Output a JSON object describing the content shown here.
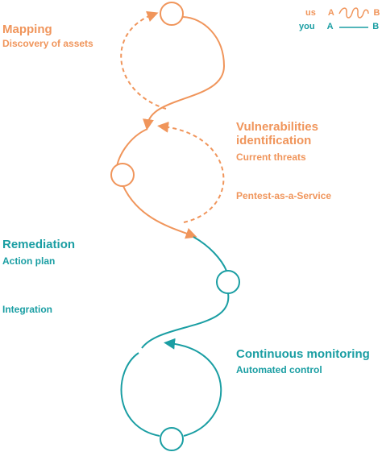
{
  "colors": {
    "orange": "#F0955B",
    "teal": "#1A9EA3"
  },
  "legend": {
    "us": {
      "label": "us",
      "from": "A",
      "to": "B"
    },
    "you": {
      "label": "you",
      "from": "A",
      "to": "B"
    }
  },
  "stages": {
    "mapping": {
      "title": "Mapping",
      "items": [
        "Discovery of assets"
      ]
    },
    "vulnerabilities": {
      "title_line1": "Vulnerabilities",
      "title_line2": "identification",
      "items": [
        "Current threats",
        "Pentest-as-a-Service"
      ]
    },
    "remediation": {
      "title": "Remediation",
      "items": [
        "Action plan",
        "Integration"
      ]
    },
    "monitoring": {
      "title": "Continuous monitoring",
      "items": [
        "Automated control"
      ]
    }
  }
}
